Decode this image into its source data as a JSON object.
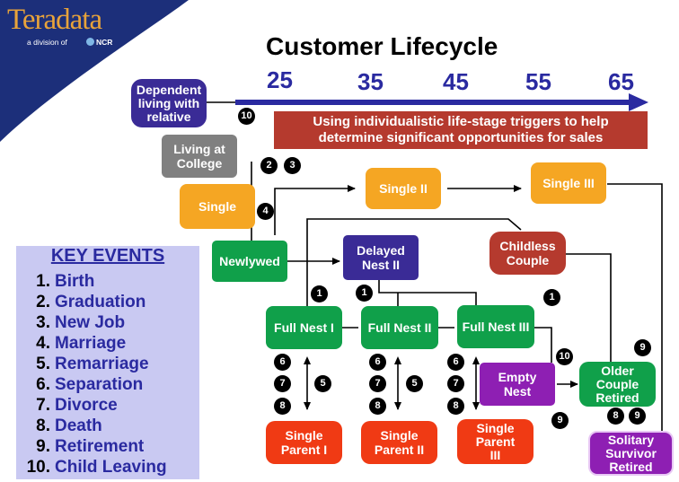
{
  "header": {
    "logo": "Teradata",
    "division": "a division of",
    "brand": "NCR",
    "title": "Customer Lifecycle",
    "ages": [
      "25",
      "35",
      "45",
      "55",
      "65"
    ],
    "banner": "Using individualistic life-stage triggers to help\ndetermine significant opportunities for sales"
  },
  "colors": {
    "navy": "#1c2f7a",
    "purple": "#3a2b96",
    "grey": "#808080",
    "orange": "#f5a623",
    "green": "#10a04a",
    "dark_red": "#b53a2e",
    "magenta": "#8e1fb3",
    "red": "#f03a14",
    "key_bg": "#c9c9f2"
  },
  "stages": {
    "dependent": "Dependent\nliving with\nrelative",
    "college": "Living at\nCollege",
    "single": "Single",
    "single2": "Single II",
    "single3": "Single III",
    "newlywed": "Newlywed",
    "delayed_nest": "Delayed\nNest II",
    "childless": "Childless\nCouple",
    "full_nest1": "Full Nest I",
    "full_nest2": "Full Nest II",
    "full_nest3": "Full Nest III",
    "empty_nest": "Empty\nNest",
    "older_couple": "Older\nCouple\nRetired",
    "solitary": "Solitary\nSurvivor\nRetired",
    "single_parent1": "Single\nParent I",
    "single_parent2": "Single\nParent II",
    "single_parent3": "Single\nParent\nIII"
  },
  "event_badges": [
    "10",
    "2",
    "3",
    "4",
    "1",
    "1",
    "1",
    "10",
    "9",
    "6",
    "7",
    "8",
    "5",
    "6",
    "7",
    "8",
    "5",
    "6",
    "7",
    "8",
    "9",
    "8",
    "9"
  ],
  "key_events": {
    "title": "KEY EVENTS",
    "items": [
      {
        "num": "1.",
        "label": "Birth"
      },
      {
        "num": "2.",
        "label": "Graduation"
      },
      {
        "num": "3.",
        "label": "New Job"
      },
      {
        "num": "4.",
        "label": "Marriage"
      },
      {
        "num": "5.",
        "label": "Remarriage"
      },
      {
        "num": "6.",
        "label": "Separation"
      },
      {
        "num": "7.",
        "label": "Divorce"
      },
      {
        "num": "8.",
        "label": "Death"
      },
      {
        "num": "9.",
        "label": "Retirement"
      },
      {
        "num": "10.",
        "label": "Child Leaving"
      }
    ]
  }
}
